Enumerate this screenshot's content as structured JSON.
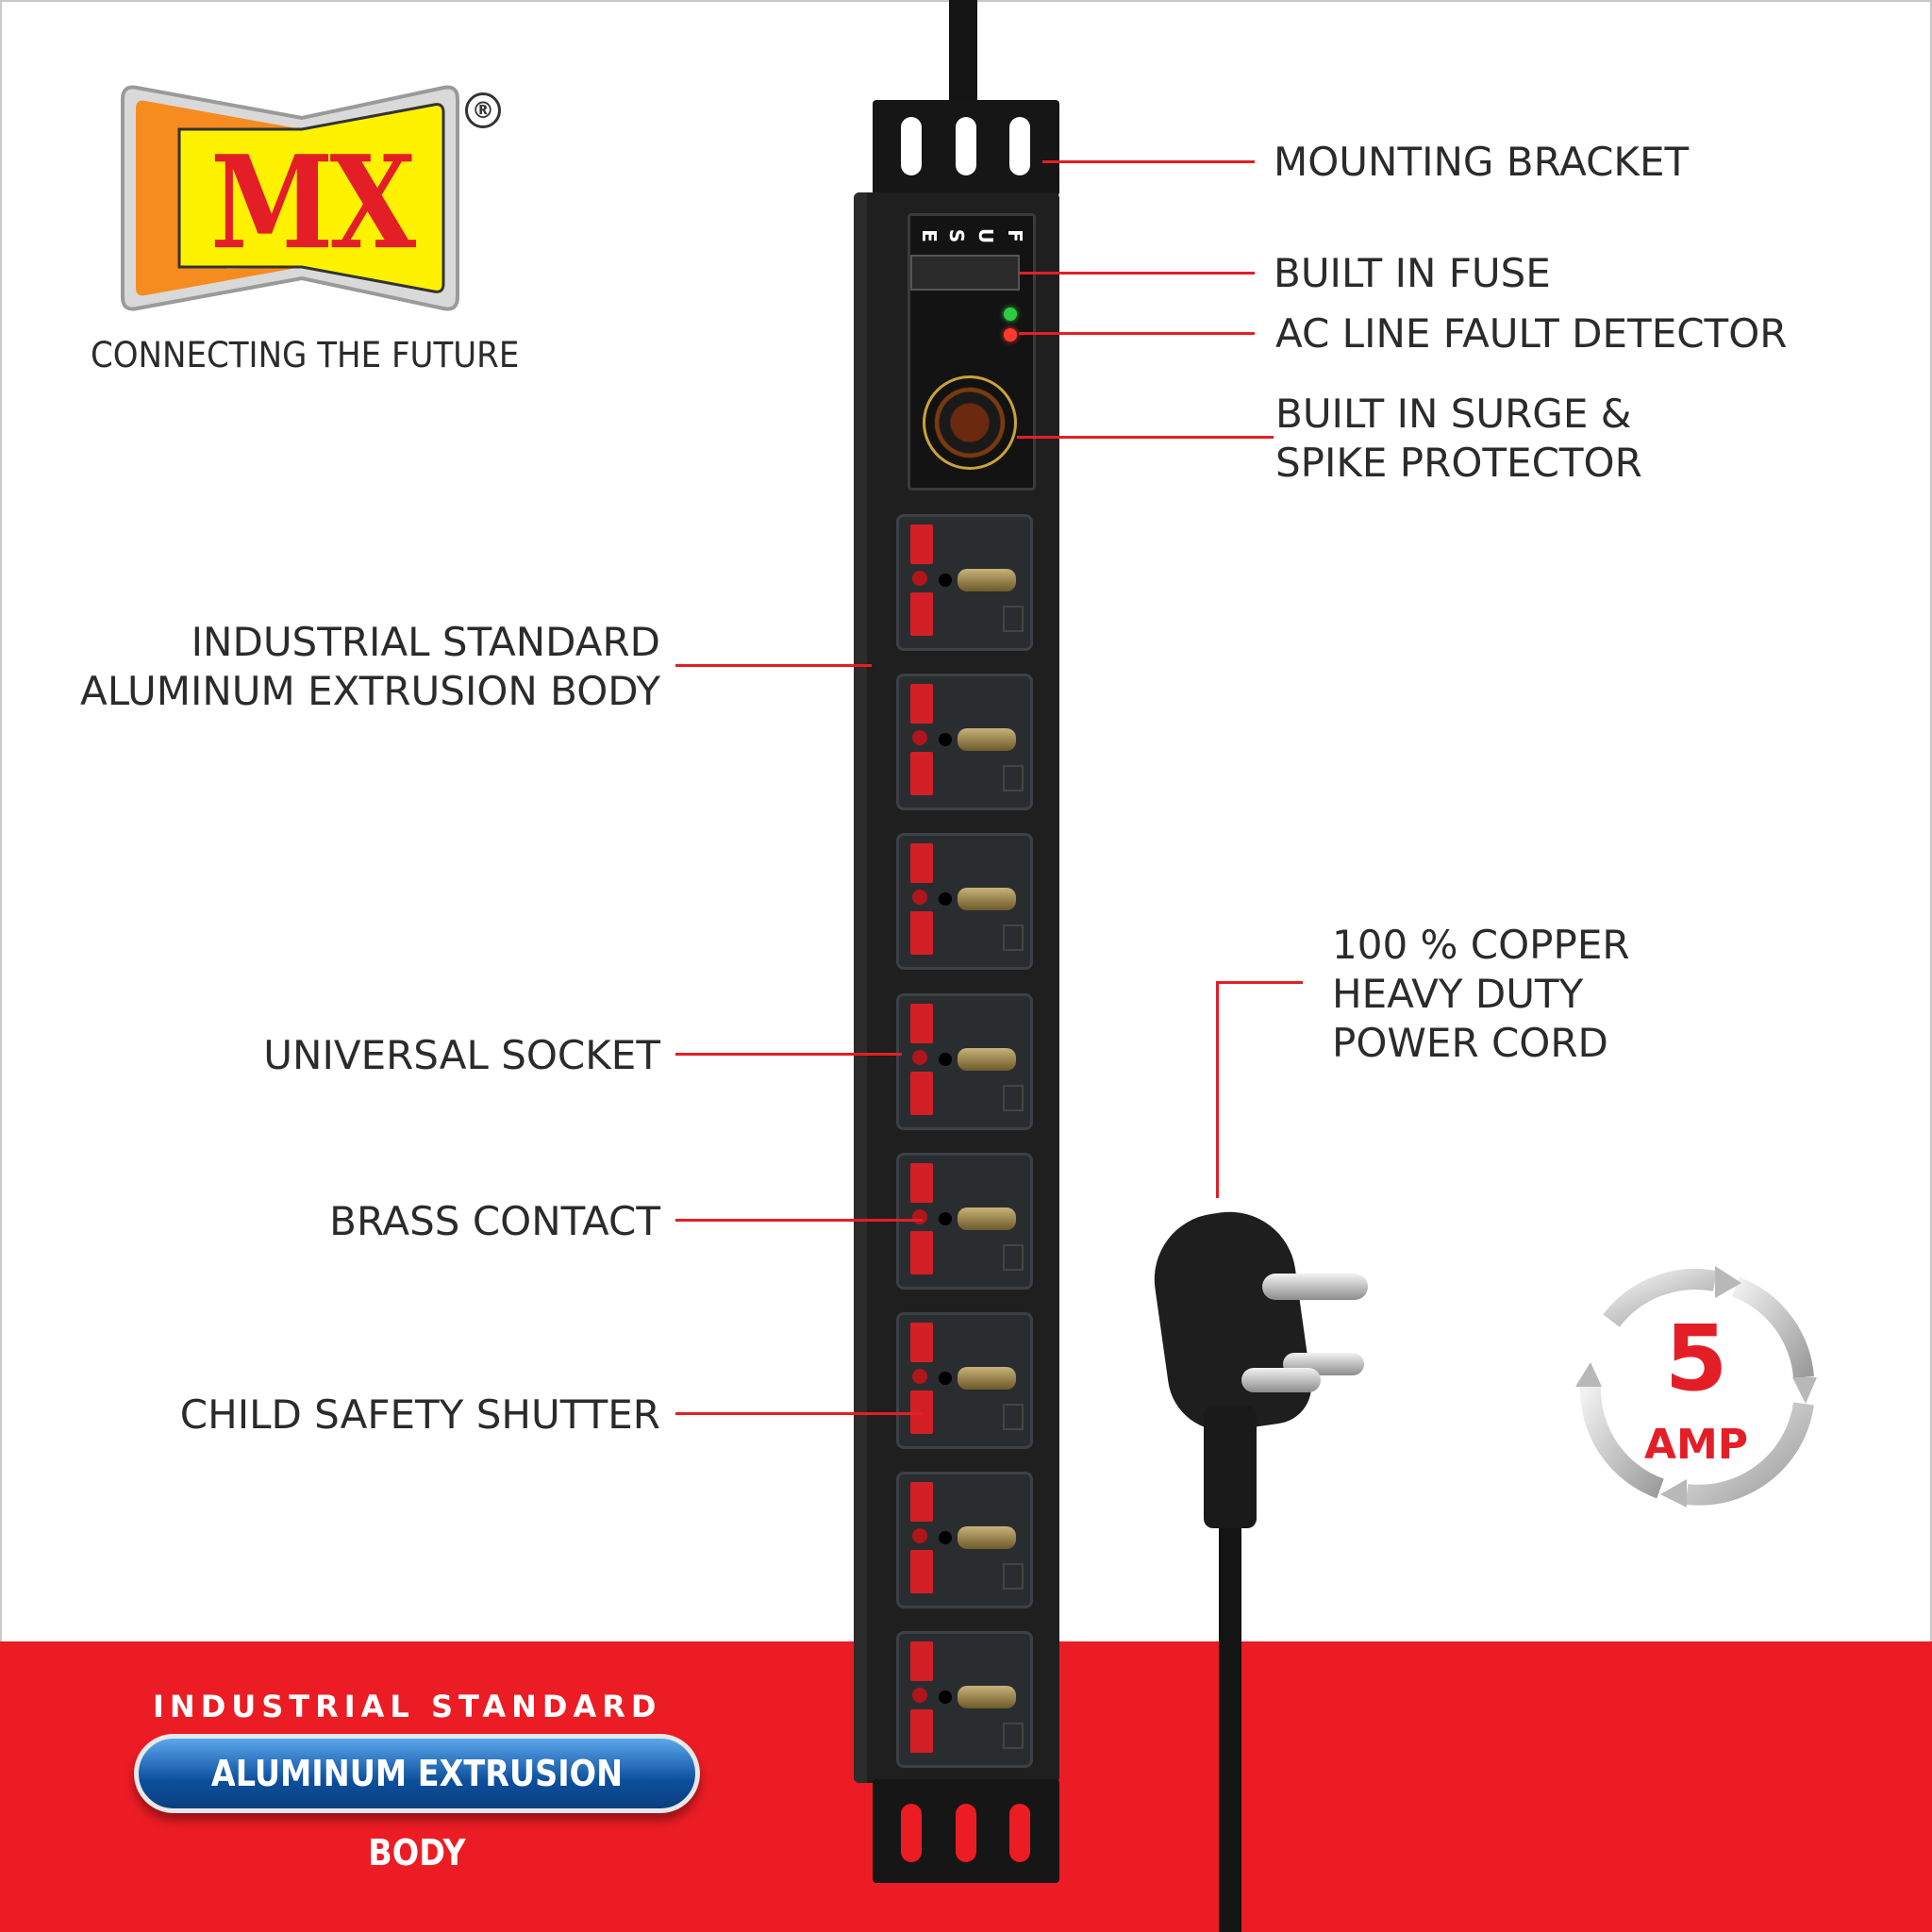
{
  "brand": {
    "logo_text": "MX",
    "registered_mark": "®",
    "tagline": "CONNECTING THE FUTURE"
  },
  "callouts": {
    "mounting_bracket": "MOUNTING  BRACKET",
    "built_in_fuse": "BUILT IN FUSE",
    "ac_line_fault_detector": "AC LINE FAULT DETECTOR",
    "surge_protector_line1": "BUILT IN SURGE &",
    "surge_protector_line2": "SPIKE PROTECTOR",
    "body_line1": "INDUSTRIAL STANDARD",
    "body_line2": "ALUMINUM EXTRUSION BODY",
    "universal_socket": "UNIVERSAL SOCKET",
    "brass_contact": "BRASS CONTACT",
    "child_safety_shutter": "CHILD SAFETY SHUTTER",
    "cord_line1": "100 % COPPER",
    "cord_line2": "HEAVY DUTY",
    "cord_line3": "POWER CORD"
  },
  "fuse_panel": {
    "letters": [
      "F",
      "U",
      "S",
      "E"
    ]
  },
  "rating": {
    "value": "5",
    "unit": "AMP"
  },
  "badge": {
    "title": "INDUSTRIAL STANDARD",
    "pill_text": "ALUMINUM EXTRUSION BODY"
  },
  "product": {
    "socket_count": 8
  },
  "colors": {
    "accent_red": "#e41e26",
    "band_red": "#ec1c24",
    "body_black": "#1f1f1f",
    "badge_blue": "#0d4f9c"
  }
}
